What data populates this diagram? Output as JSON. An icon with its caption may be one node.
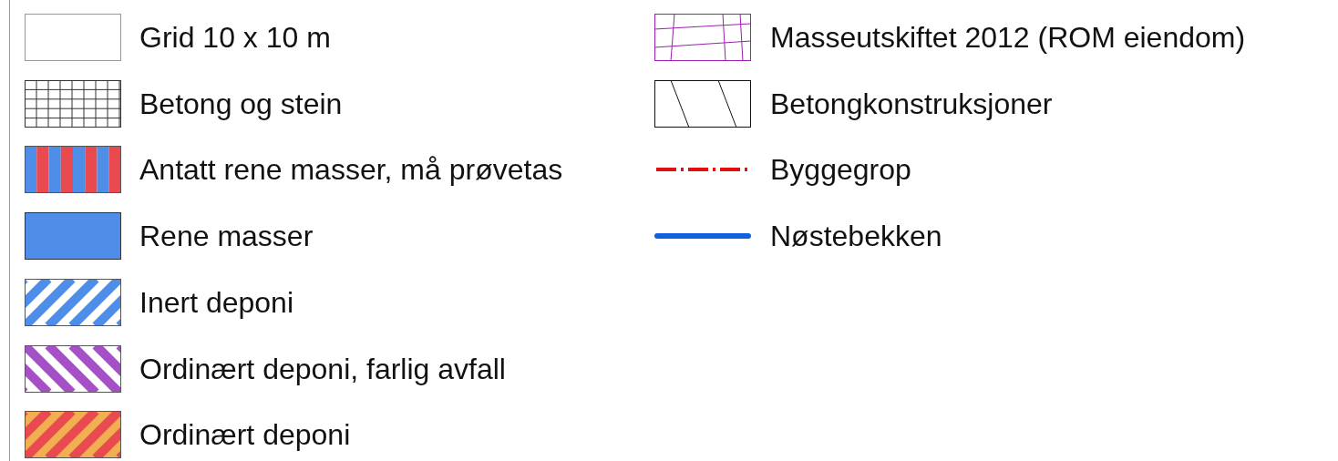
{
  "diagram": {
    "legend": [
      {
        "text": "Grid 10 x 10 m"
      },
      {
        "text": "Betong og stein"
      },
      {
        "text": "Antatt rene masser, må prøvetas"
      },
      {
        "text": "Rene masser",
        "color": "#4f8ee8"
      },
      {
        "text": "Inert deponi"
      },
      {
        "text": "Ordinært deponi, farlig avfall"
      },
      {
        "text": "Ordinært deponi"
      },
      {
        "text": "Masseutskiftet 2012 (ROM eiendom)"
      },
      {
        "text": "Betongkonstruksjoner"
      },
      {
        "text": "Byggegrop"
      },
      {
        "text": "Nøstebekken"
      }
    ]
  }
}
